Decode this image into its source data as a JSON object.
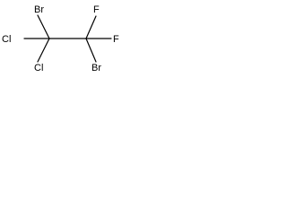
{
  "diagram": {
    "atoms": {
      "br_top": "Br",
      "cl_left_upper": "Cl",
      "cl_left_lower": "Cl",
      "f_right_upper": "F",
      "f_right_lower": "F",
      "br_bottom": "Br"
    }
  }
}
